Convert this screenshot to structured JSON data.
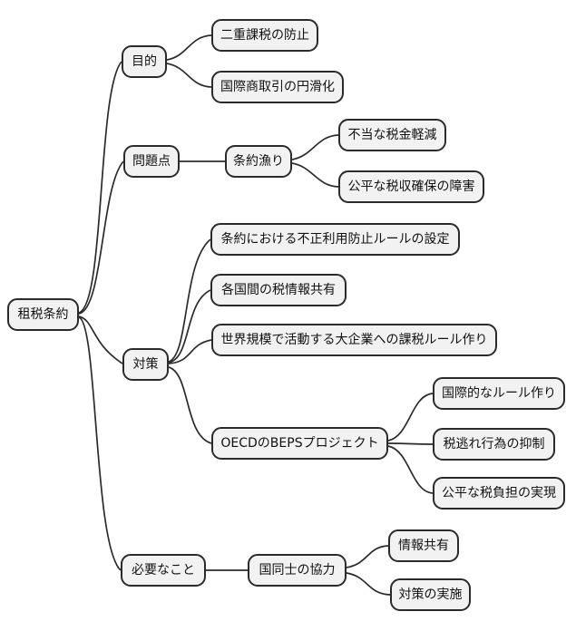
{
  "diagram_type": "mindmap",
  "colors": {
    "background": "#ffffff",
    "node_fill": "#f2f2f2",
    "node_border": "#2b2b2b",
    "text": "#111111",
    "line": "#2b2b2b"
  },
  "mindmap": {
    "root": {
      "label": "租税条約"
    },
    "branches": [
      {
        "label": "目的",
        "children": [
          {
            "label": "二重課税の防止"
          },
          {
            "label": "国際商取引の円滑化"
          }
        ]
      },
      {
        "label": "問題点",
        "children": [
          {
            "label": "条約漁り",
            "children": [
              {
                "label": "不当な税金軽減"
              },
              {
                "label": "公平な税収確保の障害"
              }
            ]
          }
        ]
      },
      {
        "label": "対策",
        "children": [
          {
            "label": "条約における不正利用防止ルールの設定"
          },
          {
            "label": "各国間の税情報共有"
          },
          {
            "label": "世界規模で活動する大企業への課税ルール作り"
          },
          {
            "label": "OECDのBEPSプロジェクト",
            "children": [
              {
                "label": "国際的なルール作り"
              },
              {
                "label": "税逃れ行為の抑制"
              },
              {
                "label": "公平な税負担の実現"
              }
            ]
          }
        ]
      },
      {
        "label": "必要なこと",
        "children": [
          {
            "label": "国同士の協力",
            "children": [
              {
                "label": "情報共有"
              },
              {
                "label": "対策の実施"
              }
            ]
          }
        ]
      }
    ]
  }
}
